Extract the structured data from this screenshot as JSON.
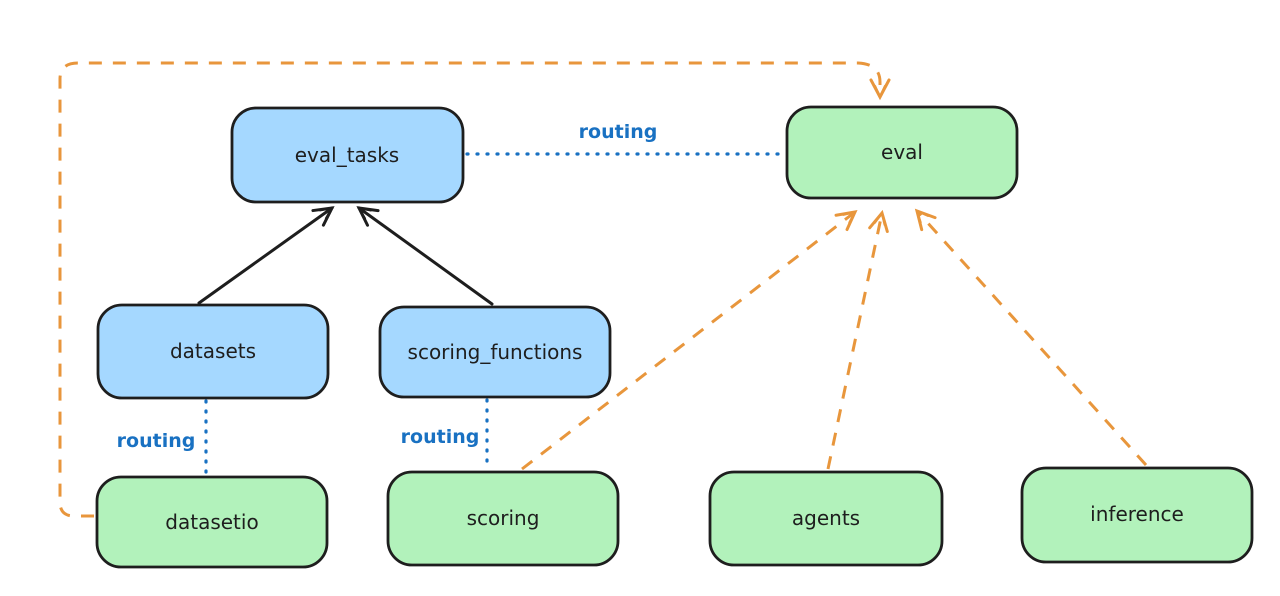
{
  "diagram": {
    "type": "architecture-diagram",
    "background": "#ffffff",
    "colors": {
      "node_stroke": "#1e1e1e",
      "blue_fill": "#a5d8ff",
      "green_fill": "#b2f2bb",
      "routing_blue": "#1971c2",
      "orange": "#e8963c",
      "black": "#1e1e1e"
    },
    "nodes": {
      "eval_tasks": {
        "label": "eval_tasks",
        "fill": "#a5d8ff"
      },
      "eval": {
        "label": "eval",
        "fill": "#b2f2bb"
      },
      "datasets": {
        "label": "datasets",
        "fill": "#a5d8ff"
      },
      "scoring_functions": {
        "label": "scoring_functions",
        "fill": "#a5d8ff"
      },
      "datasetio": {
        "label": "datasetio",
        "fill": "#b2f2bb"
      },
      "scoring": {
        "label": "scoring",
        "fill": "#b2f2bb"
      },
      "agents": {
        "label": "agents",
        "fill": "#b2f2bb"
      },
      "inference": {
        "label": "inference",
        "fill": "#b2f2bb"
      }
    },
    "edges": [
      {
        "from": "datasets",
        "to": "eval_tasks",
        "style": "solid",
        "color": "#1e1e1e",
        "arrow": true,
        "label": ""
      },
      {
        "from": "scoring_functions",
        "to": "eval_tasks",
        "style": "solid",
        "color": "#1e1e1e",
        "arrow": true,
        "label": ""
      },
      {
        "from": "eval_tasks",
        "to": "eval",
        "style": "dotted",
        "color": "#1971c2",
        "arrow": false,
        "label": "routing"
      },
      {
        "from": "datasets",
        "to": "datasetio",
        "style": "dotted",
        "color": "#1971c2",
        "arrow": false,
        "label": "routing"
      },
      {
        "from": "scoring_functions",
        "to": "scoring",
        "style": "dotted",
        "color": "#1971c2",
        "arrow": false,
        "label": "routing"
      },
      {
        "from": "datasetio",
        "to": "eval",
        "style": "dashed",
        "color": "#e8963c",
        "arrow": true,
        "label": ""
      },
      {
        "from": "scoring",
        "to": "eval",
        "style": "dashed",
        "color": "#e8963c",
        "arrow": true,
        "label": ""
      },
      {
        "from": "agents",
        "to": "eval",
        "style": "dashed",
        "color": "#e8963c",
        "arrow": true,
        "label": ""
      },
      {
        "from": "inference",
        "to": "eval",
        "style": "dashed",
        "color": "#e8963c",
        "arrow": true,
        "label": ""
      }
    ]
  }
}
